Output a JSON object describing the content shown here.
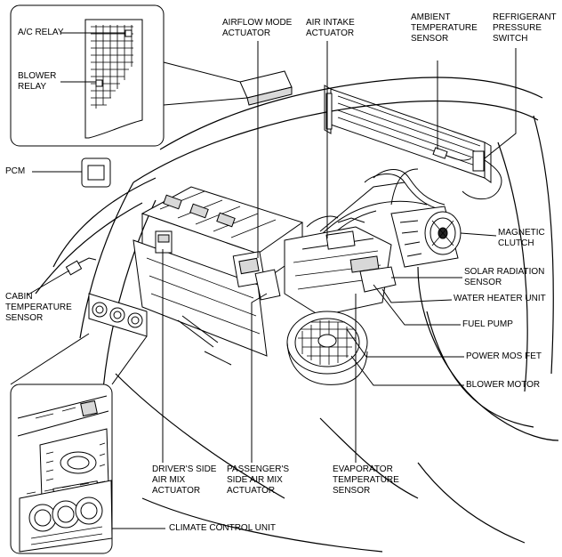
{
  "labels": {
    "ac_relay": "A/C RELAY",
    "blower_relay": [
      "BLOWER",
      "RELAY"
    ],
    "pcm": "PCM",
    "cabin_temperature_sensor": [
      "CABIN",
      "TEMPERATURE",
      "SENSOR"
    ],
    "airflow_mode_actuator": [
      "AIRFLOW MODE",
      "ACTUATOR"
    ],
    "air_intake_actuator": [
      "AIR INTAKE",
      "ACTUATOR"
    ],
    "ambient_temperature_sensor": [
      "AMBIENT",
      "TEMPERATURE",
      "SENSOR"
    ],
    "refrigerant_pressure_switch": [
      "REFRIGERANT",
      "PRESSURE",
      "SWITCH"
    ],
    "magnetic_clutch": [
      "MAGNETIC",
      "CLUTCH"
    ],
    "solar_radiation_sensor": [
      "SOLAR RADIATION",
      "SENSOR"
    ],
    "water_heater_unit": "WATER HEATER UNIT",
    "fuel_pump": "FUEL PUMP",
    "power_mos_fet": "POWER MOS FET",
    "blower_motor": "BLOWER MOTOR",
    "drivers_side_air_mix_actuator": [
      "DRIVER'S SIDE",
      "AIR MIX",
      "ACTUATOR"
    ],
    "passengers_side_air_mix_actuator": [
      "PASSENGER'S",
      "SIDE AIR MIX",
      "ACTUATOR"
    ],
    "evaporator_temperature_sensor": [
      "EVAPORATOR",
      "TEMPERATURE",
      "SENSOR"
    ],
    "climate_control_unit": "CLIMATE CONTROL UNIT"
  },
  "colors": {
    "line": "#000000",
    "background": "#ffffff",
    "shade": "#d8d8d8"
  }
}
